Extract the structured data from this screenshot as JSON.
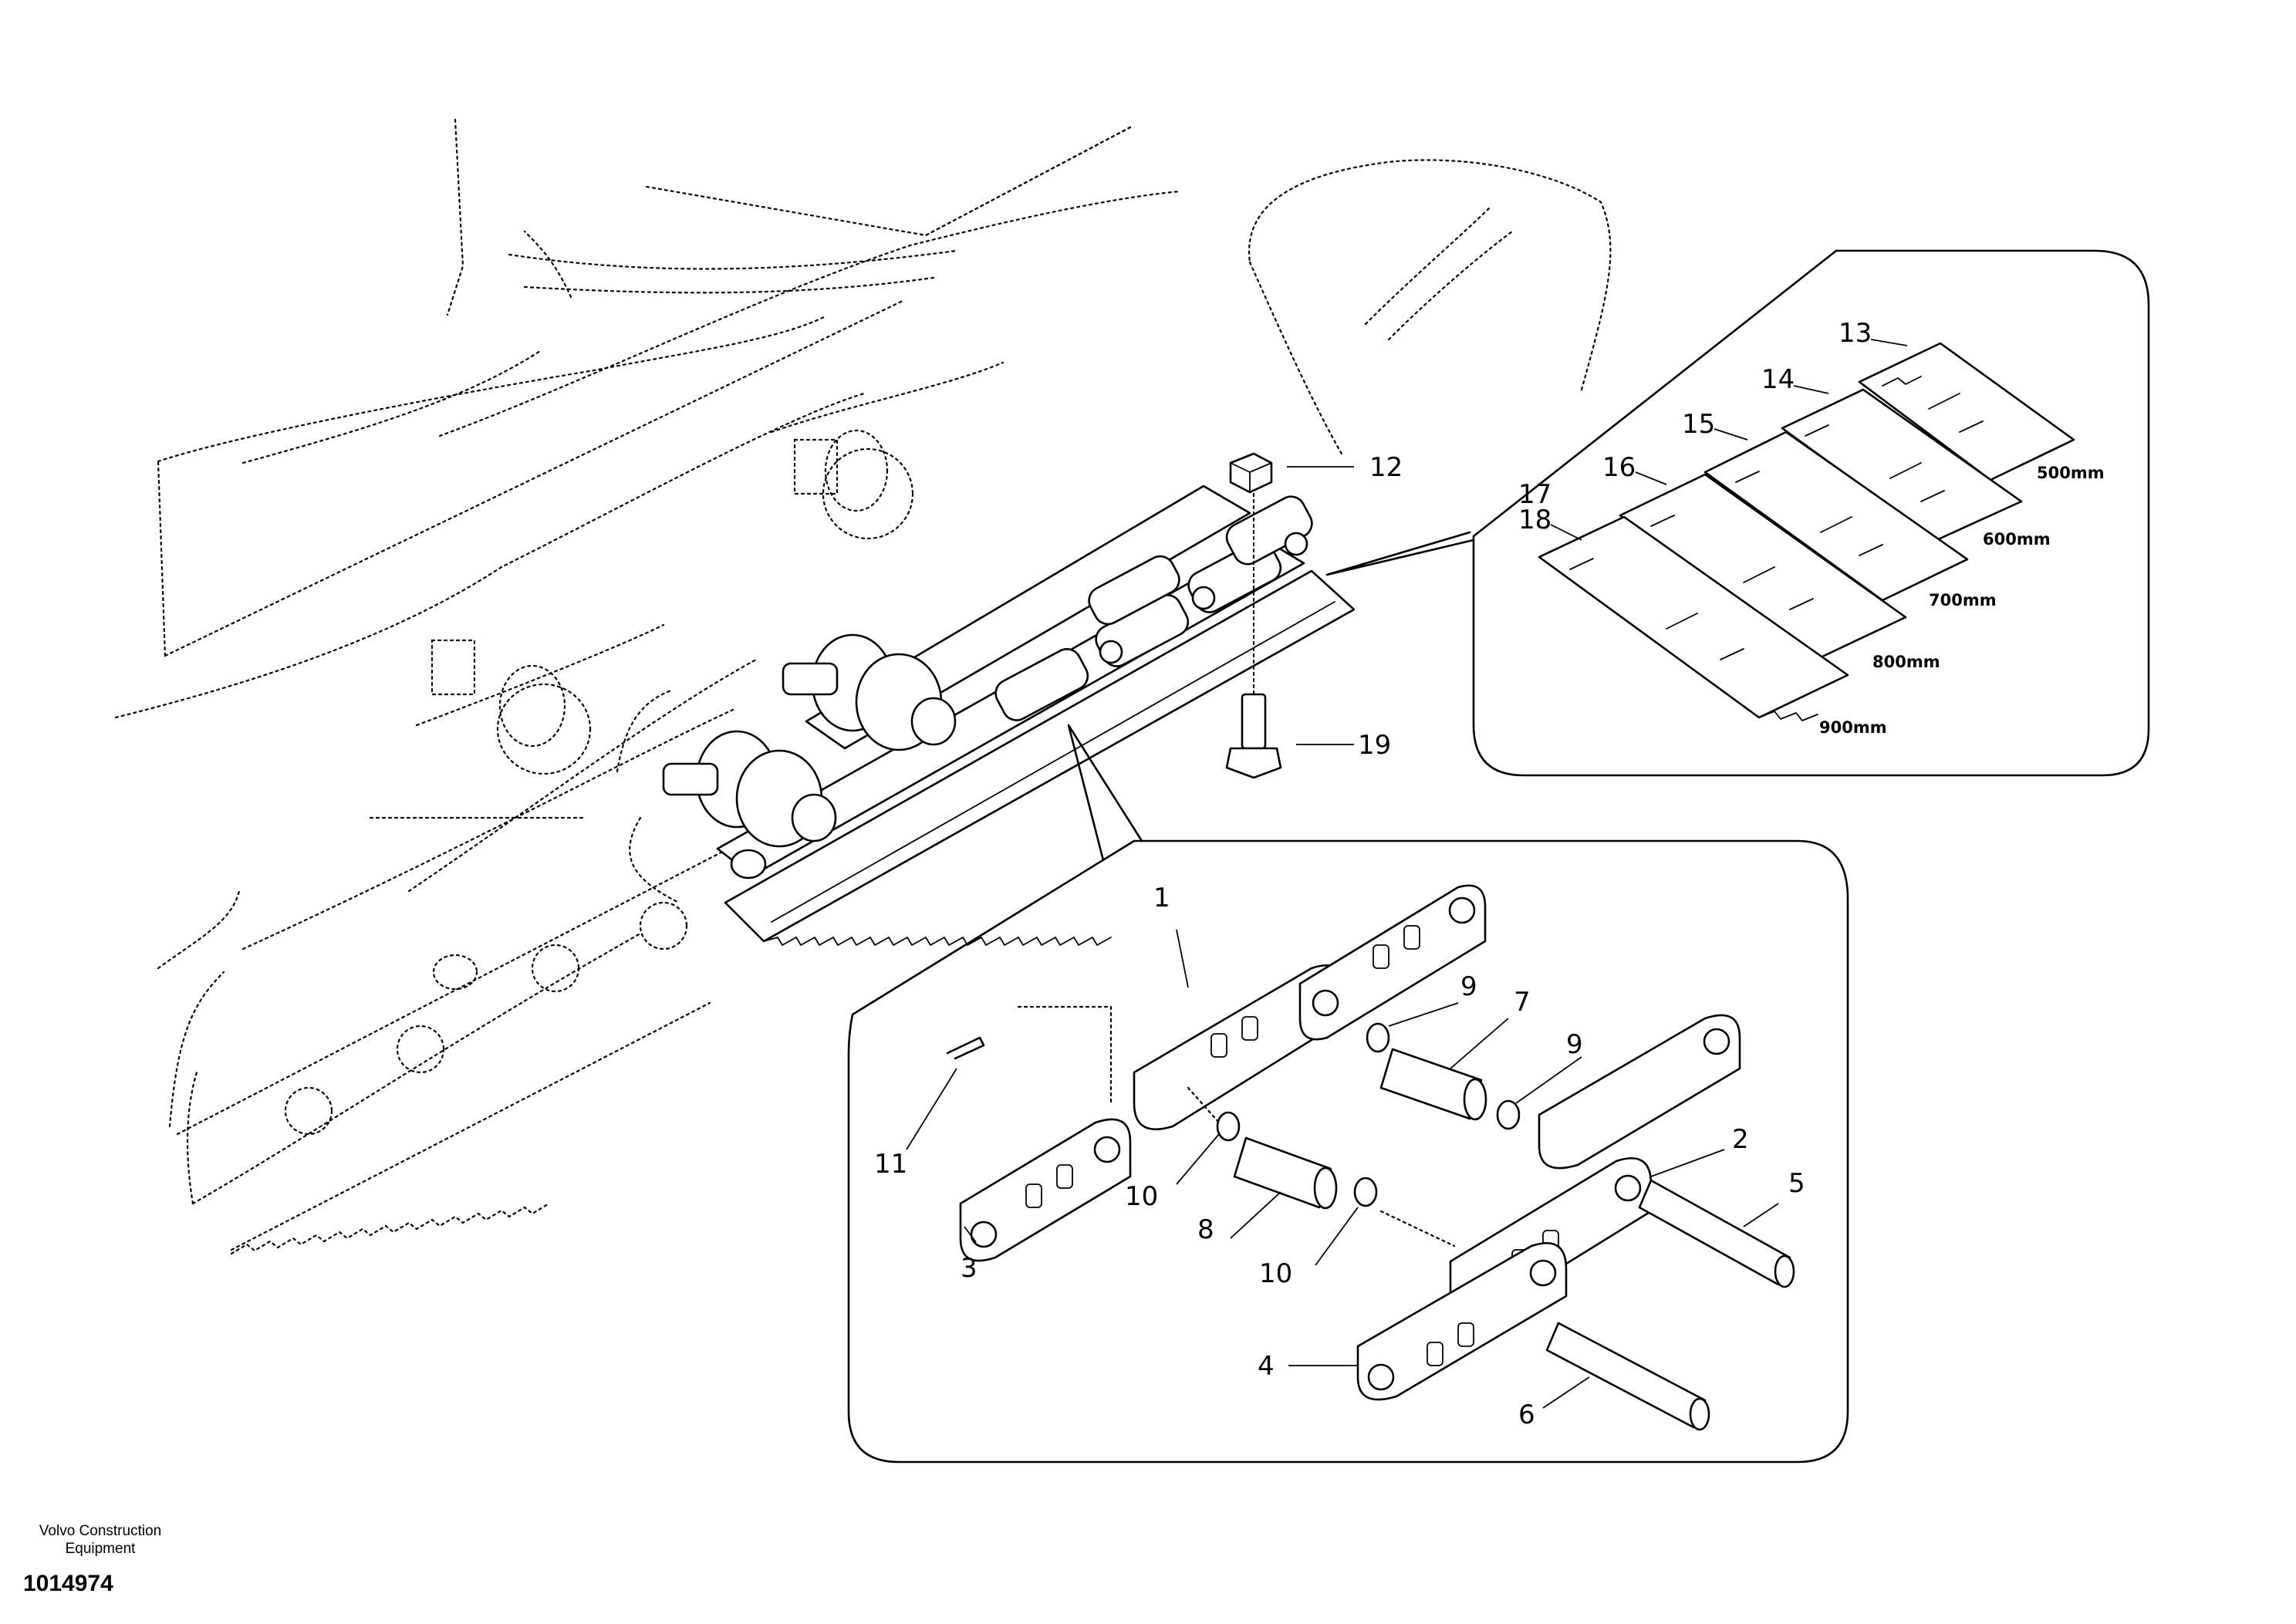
{
  "title": "",
  "callouts": [
    {
      "id": "1",
      "label": "1"
    },
    {
      "id": "2",
      "label": "2"
    },
    {
      "id": "3",
      "label": "3"
    },
    {
      "id": "4",
      "label": "4"
    },
    {
      "id": "5",
      "label": "5"
    },
    {
      "id": "6",
      "label": "6"
    },
    {
      "id": "7",
      "label": "7"
    },
    {
      "id": "8",
      "label": "8"
    },
    {
      "id": "9a",
      "label": "9"
    },
    {
      "id": "9b",
      "label": "9"
    },
    {
      "id": "10a",
      "label": "10"
    },
    {
      "id": "10b",
      "label": "10"
    },
    {
      "id": "11",
      "label": "11"
    },
    {
      "id": "12",
      "label": "12"
    },
    {
      "id": "13",
      "label": "13"
    },
    {
      "id": "14",
      "label": "14"
    },
    {
      "id": "15",
      "label": "15"
    },
    {
      "id": "16",
      "label": "16"
    },
    {
      "id": "17",
      "label": "17"
    },
    {
      "id": "18",
      "label": "18"
    },
    {
      "id": "19",
      "label": "19"
    }
  ],
  "shoe_sizes": [
    "500mm",
    "600mm",
    "700mm",
    "800mm",
    "900mm"
  ],
  "footer": {
    "manufacturer_line1": "Volvo Construction",
    "manufacturer_line2": "Equipment",
    "document_number": "1014974"
  }
}
